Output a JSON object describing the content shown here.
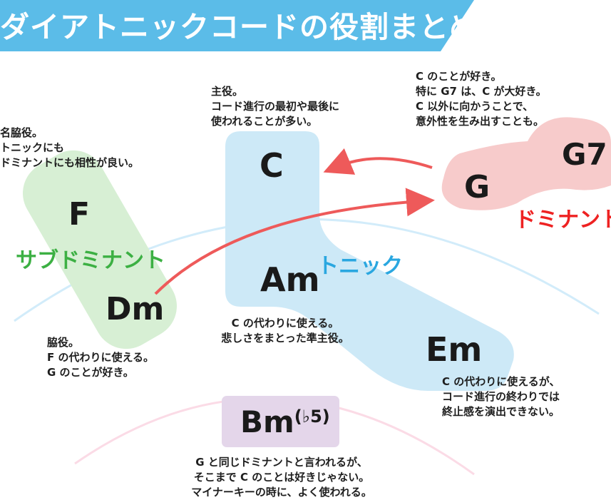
{
  "title": "ダイアトニックコードの役割まとめ",
  "colors": {
    "banner": "#5bbce8",
    "tonic_zone": "#cde9f7",
    "tonic_text": "#2aa7e0",
    "subdominant_zone": "#d7efd4",
    "subdominant_text": "#3cb043",
    "dominant_zone": "#f7cbcb",
    "dominant_text": "#ee2222",
    "bm_box": "#e4d6ea",
    "arrow": "#ee5a5a",
    "arc_blue": "#d2ecfa",
    "arc_pink": "#fbdbe6"
  },
  "functions": {
    "tonic": "トニック",
    "subdominant": "サブドミナント",
    "dominant": "ドミナント"
  },
  "chords": {
    "C": "C",
    "Am": "Am",
    "Em": "Em",
    "F": "F",
    "Dm": "Dm",
    "G": "G",
    "G7": "G7",
    "Bm_root": "Bm",
    "Bm_ext": "(♭5)"
  },
  "notes": {
    "C": [
      "主役。",
      "コード進行の最初や最後に",
      "使われることが多い。"
    ],
    "G": [
      "C のことが好き。",
      "特に G7 は、C が大好き。",
      "C 以外に向かうことで、",
      "意外性を生み出すことも。"
    ],
    "F": [
      "名脇役。",
      "トニックにも",
      "ドミナントにも相性が良い。"
    ],
    "Dm": [
      "脇役。",
      "F の代わりに使える。",
      "G のことが好き。"
    ],
    "Am": [
      "C の代わりに使える。",
      "悲しさをまとった準主役。"
    ],
    "Em": [
      "C の代わりに使えるが、",
      "コード進行の終わりでは",
      "終止感を演出できない。"
    ],
    "Bm": [
      "G と同じドミナントと言われるが、",
      "そこまで C のことは好きじゃない。",
      "マイナーキーの時に、よく使われる。"
    ]
  }
}
